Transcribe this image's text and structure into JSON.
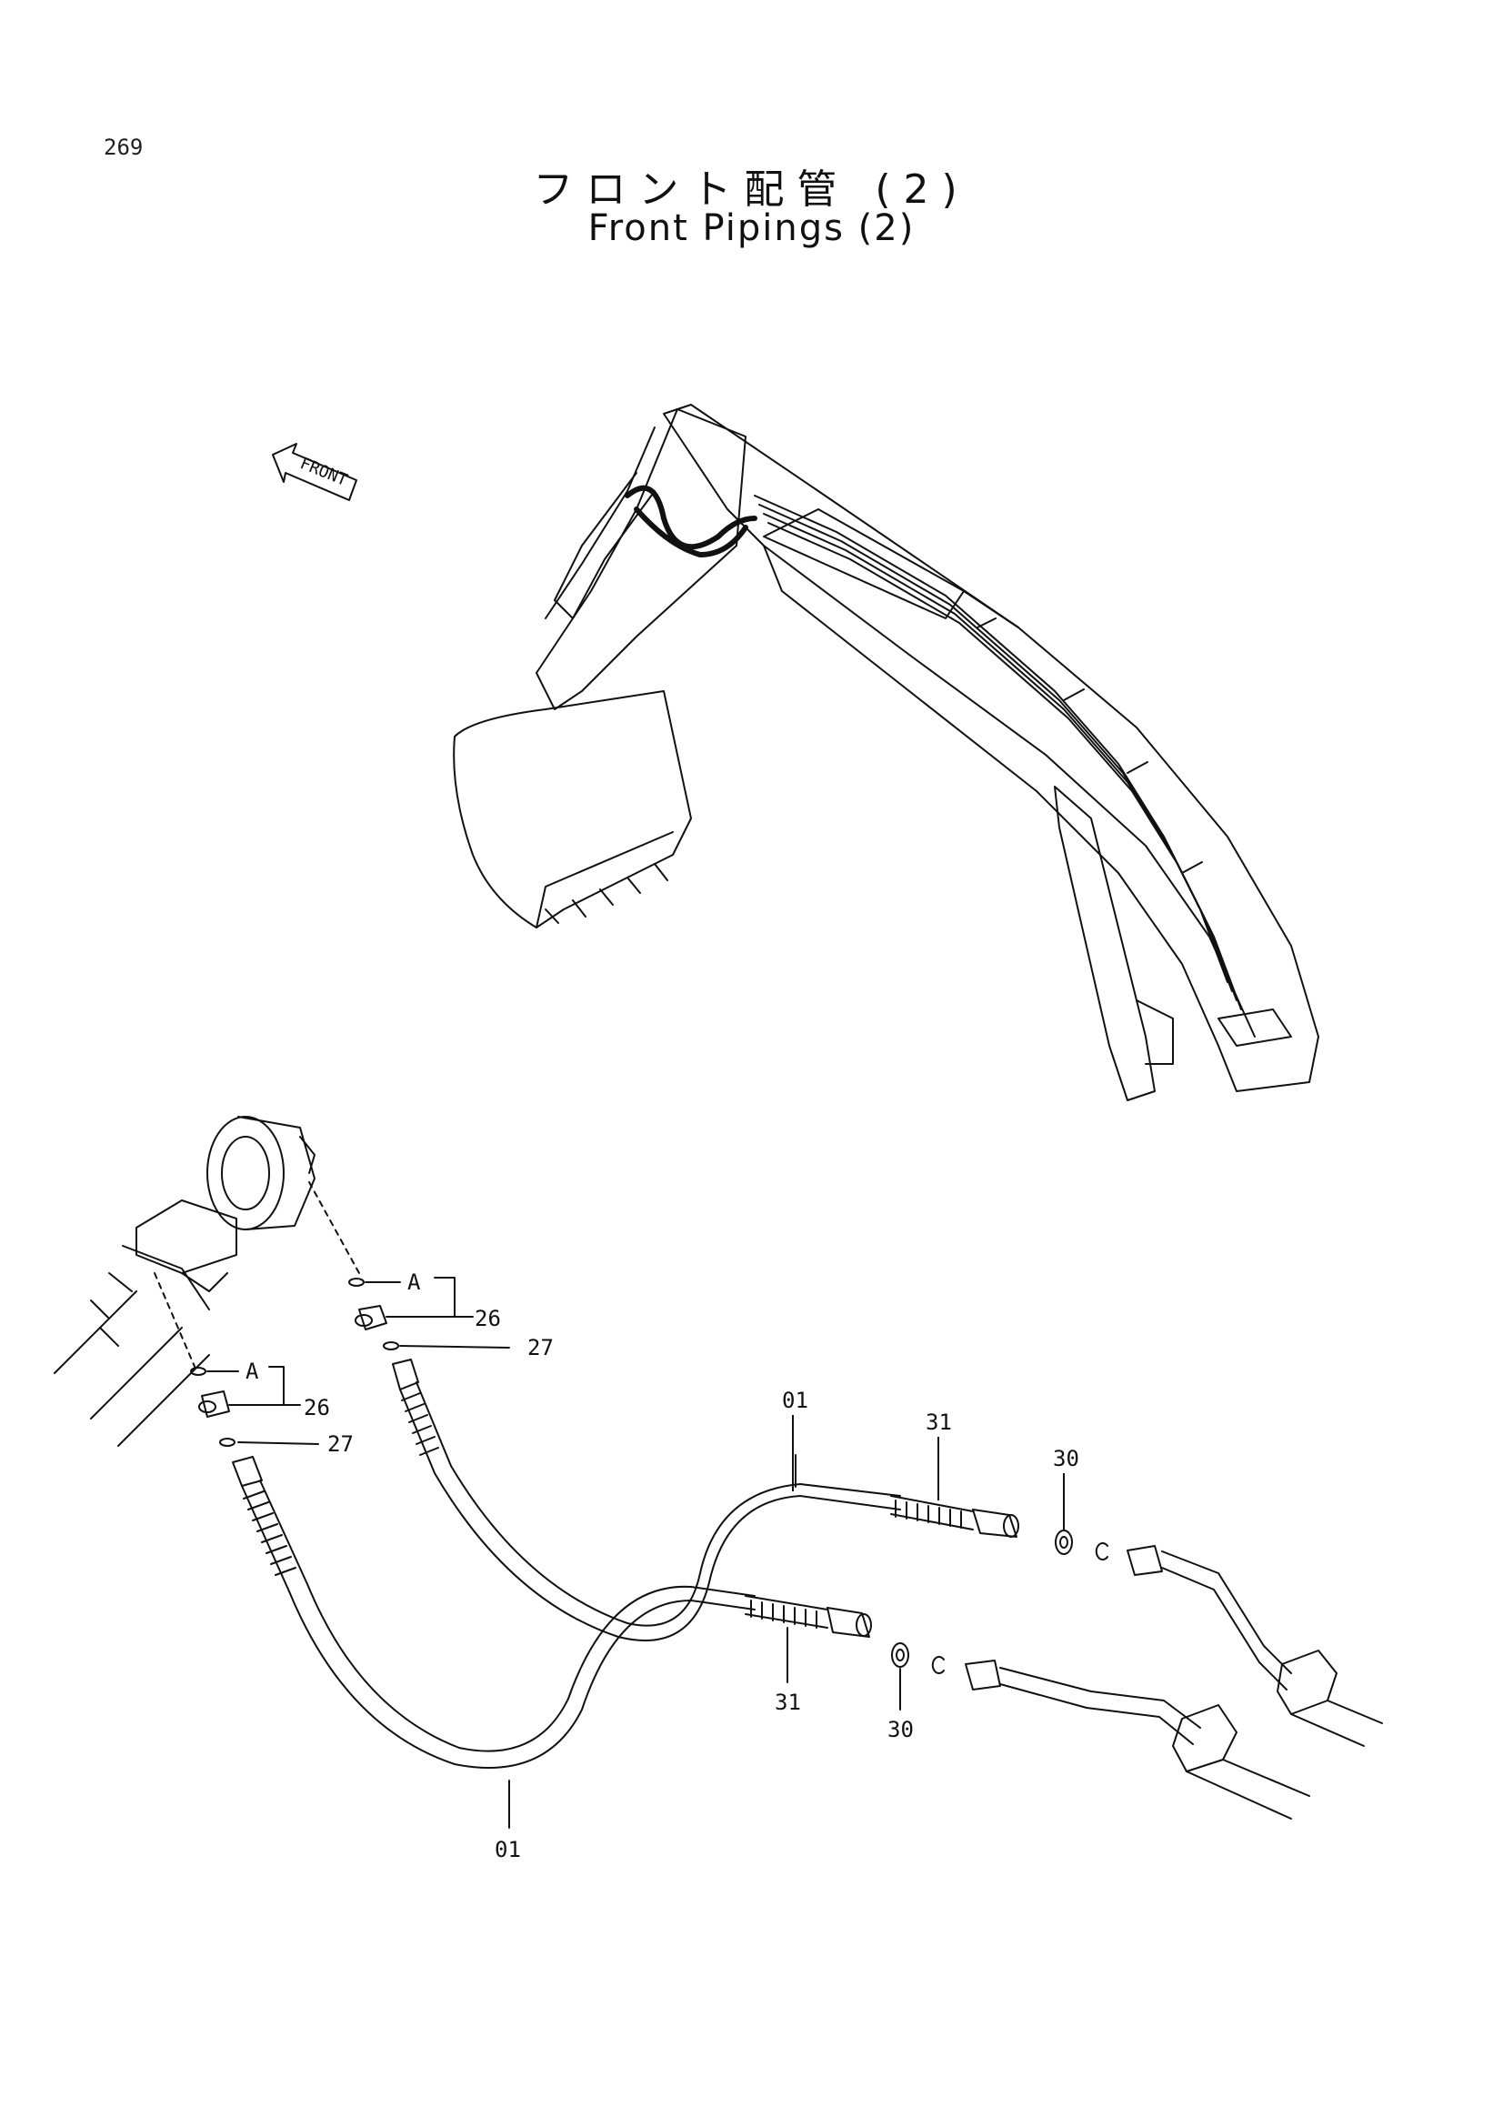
{
  "page_number": "269",
  "title_jp": "フロント配管 (2)",
  "title_en": "Front Pipings (2)",
  "front_arrow_label": "FRONT",
  "callouts": {
    "a_upper": "A",
    "a_lower": "A",
    "p26_upper": "26",
    "p26_lower": "26",
    "p27_upper": "27",
    "p27_lower": "27",
    "p01_upper": "01",
    "p01_lower": "01",
    "p31_upper": "31",
    "p31_lower": "31",
    "p30_upper": "30",
    "p30_lower": "30"
  }
}
